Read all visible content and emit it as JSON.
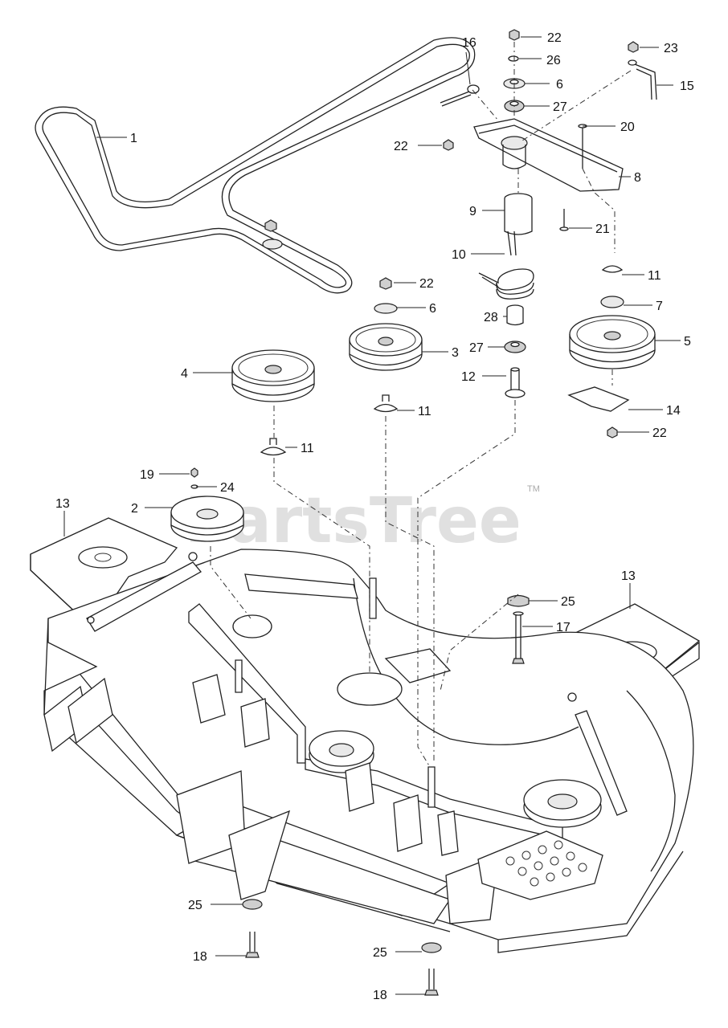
{
  "watermark": {
    "text": "PartsTree",
    "tm": "TM"
  },
  "callouts": {
    "c1": "1",
    "c2": "2",
    "c3": "3",
    "c4": "4",
    "c5": "5",
    "c6a": "6",
    "c6b": "6",
    "c7": "7",
    "c8": "8",
    "c9": "9",
    "c10": "10",
    "c11a": "11",
    "c11b": "11",
    "c11c": "11",
    "c12": "12",
    "c13a": "13",
    "c13b": "13",
    "c14": "14",
    "c15": "15",
    "c16": "16",
    "c17": "17",
    "c18a": "18",
    "c18b": "18",
    "c19": "19",
    "c20": "20",
    "c21": "21",
    "c22a": "22",
    "c22b": "22",
    "c22c": "22",
    "c22d": "22",
    "c23": "23",
    "c24": "24",
    "c25a": "25",
    "c25b": "25",
    "c25c": "25",
    "c26": "26",
    "c27a": "27",
    "c27b": "27",
    "c28": "28"
  }
}
